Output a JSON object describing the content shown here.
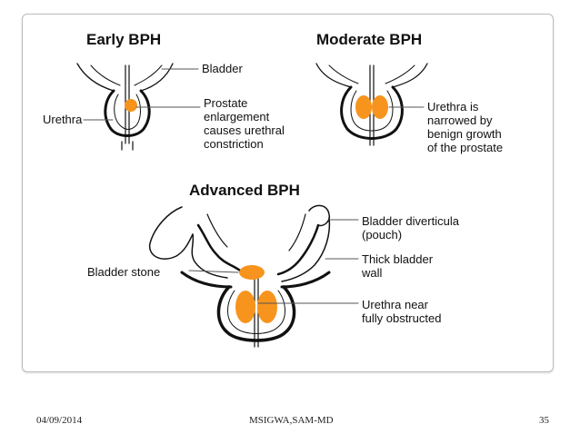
{
  "stages": {
    "early": {
      "title": "Early BPH"
    },
    "moderate": {
      "title": "Moderate BPH"
    },
    "advanced": {
      "title": "Advanced BPH"
    }
  },
  "labels": {
    "bladder": "Bladder",
    "urethra": "Urethra",
    "prostate_enlargement": "Prostate\nenlargement\ncauses urethral\nconstriction",
    "urethra_narrowed": "Urethra is\nnarrowed by\nbenign growth\nof the prostate",
    "bladder_diverticula": "Bladder diverticula\n(pouch)",
    "thick_bladder_wall": "Thick bladder\nwall",
    "bladder_stone": "Bladder stone",
    "urethra_obstructed": "Urethra near\nfully obstructed"
  },
  "colors": {
    "prostate": "#f7941d",
    "outline": "#111111",
    "leader": "#555555"
  },
  "footer": {
    "date": "04/09/2014",
    "author": "MSIGWA,SAM-MD",
    "page": "35"
  }
}
